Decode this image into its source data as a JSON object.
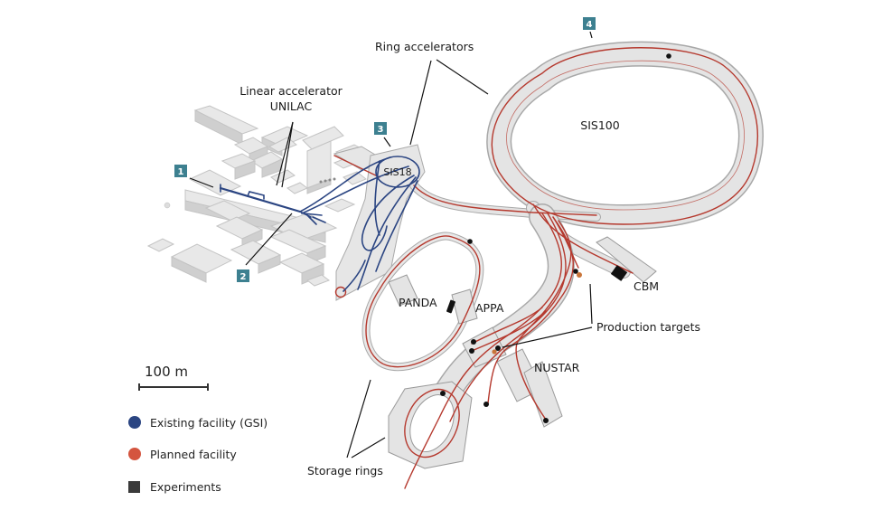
{
  "colors": {
    "existing": "#2b4582",
    "planned": "#b5392e",
    "planned_legend": "#d4553f",
    "experiment": "#333333",
    "badge": "#3d8090",
    "building": "#e6e6e6",
    "building_shade": "#bdbdbd",
    "tunnel": "#e4e4e4",
    "tunnel_edge": "#9a9a9a"
  },
  "labels": {
    "ring_accelerators": "Ring accelerators",
    "linear_accelerator_line1": "Linear accelerator",
    "linear_accelerator_line2": "UNILAC",
    "sis18": "SIS18",
    "sis100": "SIS100",
    "panda": "PANDA",
    "appa": "APPA",
    "cbm": "CBM",
    "nustar": "NUSTAR",
    "production_targets": "Production targets",
    "storage_rings": "Storage rings"
  },
  "badges": [
    "1",
    "2",
    "3",
    "4"
  ],
  "scale": {
    "label": "100 m"
  },
  "legend": [
    {
      "label": "Existing facility (GSI)",
      "shape": "circle",
      "color": "#2b4582"
    },
    {
      "label": "Planned facility",
      "shape": "circle",
      "color": "#d4553f"
    },
    {
      "label": "Experiments",
      "shape": "square",
      "color": "#3a3a3a"
    }
  ]
}
